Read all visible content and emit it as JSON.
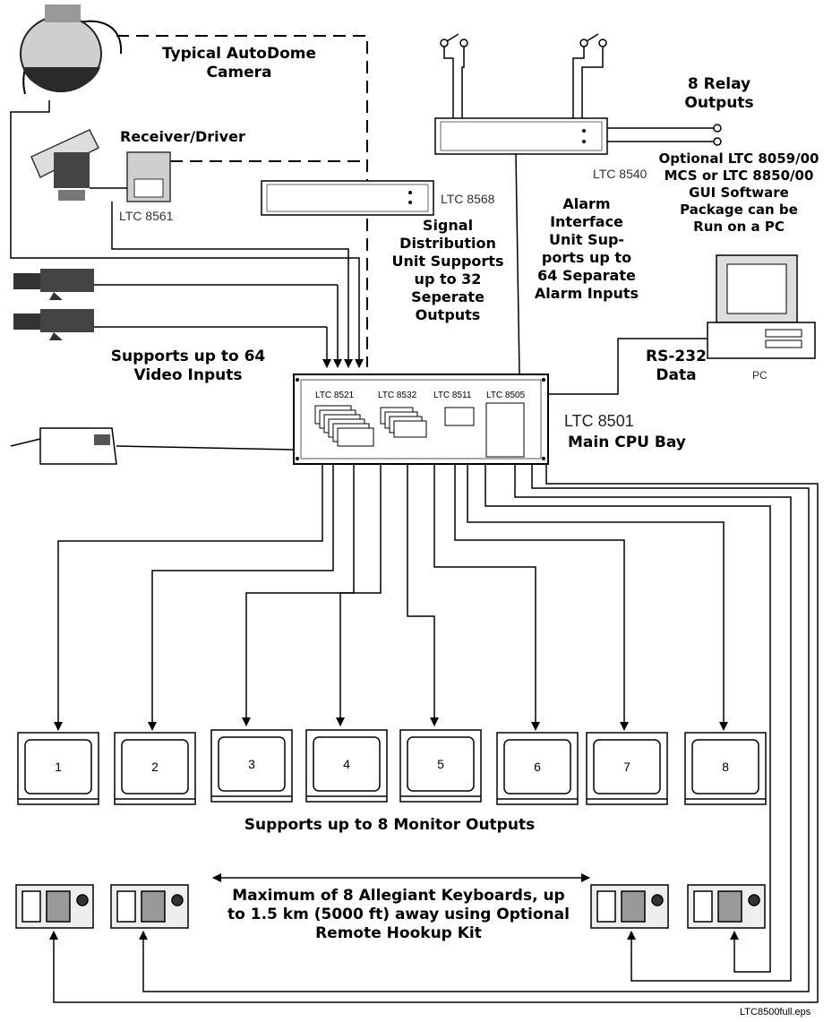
{
  "labels": {
    "camera": [
      "Typical AutoDome",
      "Camera"
    ],
    "receiver": "Receiver/Driver",
    "relay": [
      "8 Relay",
      "Outputs"
    ],
    "software": [
      "Optional LTC 8059/00",
      "MCS or LTC 8850/00",
      "GUI Software",
      "Package can be",
      "Run on a PC"
    ],
    "signal": [
      "Signal",
      "Distribution",
      "Unit Supports",
      "up to 32",
      "Seperate",
      "Outputs"
    ],
    "alarm": [
      "Alarm",
      "Interface",
      "Unit Sup-",
      "ports up to",
      "64 Separate",
      "Alarm Inputs"
    ],
    "video": [
      "Supports up to 64",
      "Video Inputs"
    ],
    "rs232": [
      "RS-232",
      "Data"
    ],
    "cpu_bay": "Main CPU Bay",
    "monitor_outputs": "Supports up to 8 Monitor Outputs",
    "keyboards": [
      "Maximum of 8 Allegiant Keyboards, up",
      "to 1.5 km (5000 ft) away using Optional",
      "Remote Hookup Kit"
    ]
  },
  "models": {
    "receiver": "LTC 8561",
    "signal_unit": "LTC 8568",
    "alarm_unit": "LTC 8540",
    "cpu": "LTC 8501",
    "pc": "PC",
    "card1": "LTC 8521",
    "card2": "LTC 8532",
    "card3": "LTC 8511",
    "card4": "LTC 8505"
  },
  "monitors": [
    "1",
    "2",
    "3",
    "4",
    "5",
    "6",
    "7",
    "8"
  ],
  "filename": "LTC8500full.eps"
}
